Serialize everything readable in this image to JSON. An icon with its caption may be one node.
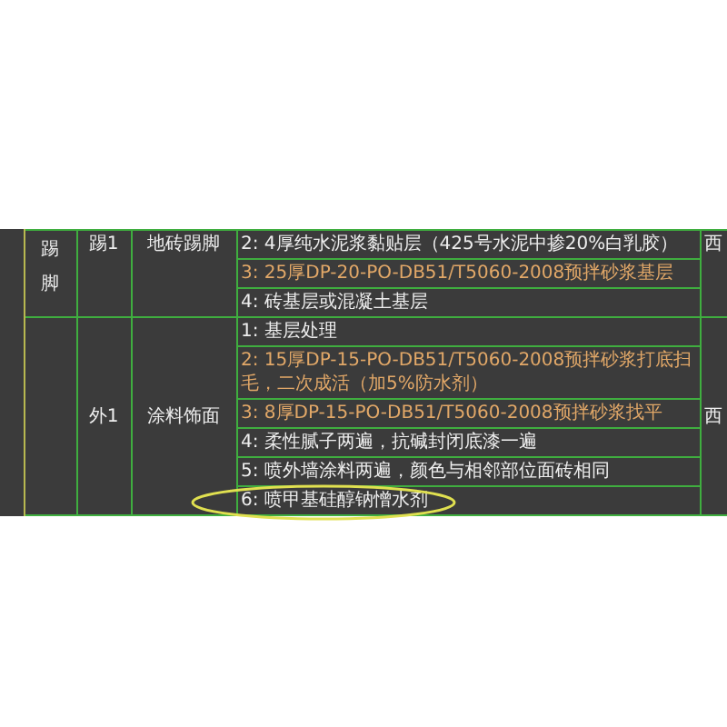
{
  "diagram": {
    "labels": [
      "踢脚",
      "踢1",
      "地砖踢脚",
      "2: 4厚纯水泥浆黏贴层（425号水泥中掺20%白乳胶）",
      "3: 25厚DP-20-PO-DB51/T5060-2008预拌砂浆基层",
      "西",
      "4: 砖基层或混凝土基层",
      "外1",
      "涂料饰面",
      "1: 基层处理",
      "2: 15厚DP-15-PO-DB51/T5060-2008预拌砂浆打底扫毛，二次成活（加5%防水剂）",
      "3: 8厚DP-15-PO-DB51/T5060-2008预拌砂浆找平",
      "西",
      "4: 柔性腻子两遍，抗碱封闭底漆一遍",
      "5: 喷外墙涂料两遍，颜色与相邻部位面砖相同",
      "6: 喷甲基硅醇钠憎水剂"
    ]
  }
}
